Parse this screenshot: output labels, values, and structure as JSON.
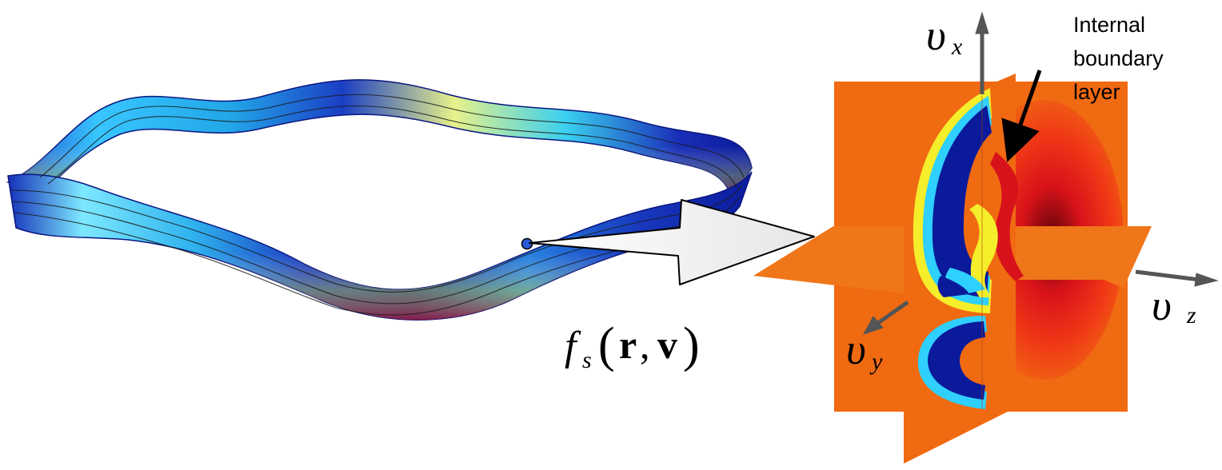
{
  "formula": {
    "f": "f",
    "sub": "s",
    "lparen": "(",
    "r": "r",
    "comma": ",",
    "v": "v",
    "rparen": ")"
  },
  "axes": {
    "vx": {
      "symbol": "υ",
      "sub": "x"
    },
    "vy": {
      "symbol": "υ",
      "sub": "y"
    },
    "vz": {
      "symbol": "υ",
      "sub": "z"
    }
  },
  "annotation": {
    "lines": [
      "Internal",
      "boundary",
      "layer"
    ]
  },
  "colors": {
    "orange": "#f06a12",
    "deep_blue": "#0b1a9a",
    "cyan": "#2fd0ff",
    "yellow": "#f5ee2a",
    "red": "#d8121a",
    "dark_red": "#5a0408",
    "axis_gray": "#555555"
  }
}
